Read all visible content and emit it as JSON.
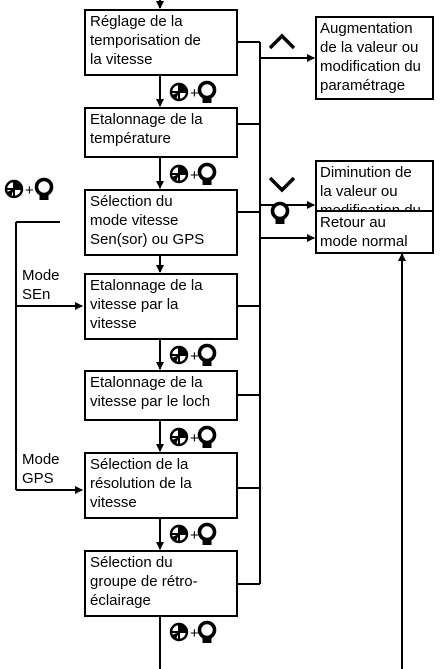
{
  "steps": [
    {
      "text": "Réglage de la\ntemporisation de\nla vitesse"
    },
    {
      "text": "Etalonnage de la\ntempérature"
    },
    {
      "text": "Sélection du\nmode vitesse\nSen(sor) ou GPS"
    },
    {
      "text": "Etalonnage de la\nvitesse par la\nvitesse"
    },
    {
      "text": "Etalonnage de la\nvitesse par le loch"
    },
    {
      "text": "Sélection de la\nrésolution de la\nvitesse"
    },
    {
      "text": "Sélection du\ngroupe de rétro-\néclairage"
    }
  ],
  "actions": [
    {
      "icon": "up-chevron-icon",
      "text": "Augmentation\nde la valeur ou\nmodification du\nparamétrage"
    },
    {
      "icon": "down-chevron-icon",
      "text": "Diminution de\nla valeur ou\nmodification du\nparamétrage"
    },
    {
      "icon": "bulb-icon",
      "text": "Retour au\nmode normal"
    }
  ],
  "modes": {
    "sen": "Mode\nSEn",
    "gps": "Mode\nGPS"
  },
  "combo_plus": "+"
}
